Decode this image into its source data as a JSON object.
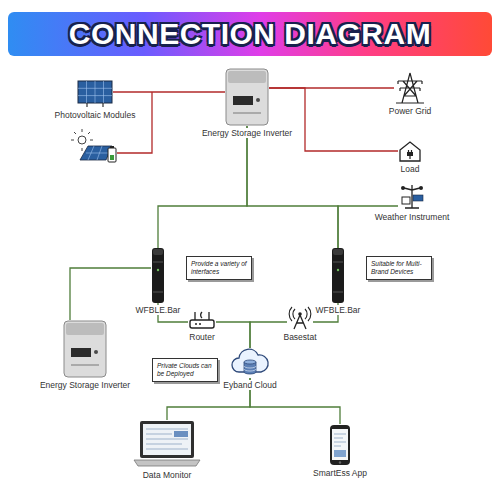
{
  "diagram": {
    "title": "CONNECTION DIAGRAM",
    "nodes": [
      {
        "text": [
          "Photovoltaic Modules"
        ]
      },
      {
        "text": [
          "Energy Storage Inverter"
        ]
      },
      {
        "text": [
          "Power Grid"
        ]
      },
      {
        "text": [
          "Load"
        ]
      },
      {
        "text": [
          "Weather Instrument"
        ]
      },
      {
        "text": [
          "WFBLE.Bar"
        ]
      },
      {
        "text": [
          "Provide a variety of interfaces"
        ]
      },
      {
        "text": [
          "WFBLE.Bar"
        ]
      },
      {
        "text": [
          "Suitable for Multi-Brand Devices"
        ]
      },
      {
        "text": [
          "Router"
        ]
      },
      {
        "text": [
          "Basestat"
        ]
      },
      {
        "text": [
          "Energy Storage Inverter"
        ]
      },
      {
        "text": [
          "Private Clouds can be Deployed"
        ]
      },
      {
        "text": [
          "Eyband Cloud"
        ]
      },
      {
        "text": [
          "Data Monitor"
        ]
      },
      {
        "text": [
          "SmartEss App"
        ]
      }
    ],
    "edges": [
      {
        "from": 0,
        "to": 1,
        "arrow": "none"
      },
      {
        "from": 1,
        "to": 2,
        "arrow": "none"
      },
      {
        "from": 1,
        "to": 3,
        "arrow": "none"
      },
      {
        "from": 1,
        "to": 5,
        "arrow": "none"
      },
      {
        "from": 1,
        "to": 7,
        "arrow": "none"
      },
      {
        "from": 4,
        "to": 7,
        "arrow": "none"
      },
      {
        "from": 5,
        "to": 11,
        "arrow": "none"
      },
      {
        "from": 5,
        "to": 9,
        "arrow": "none"
      },
      {
        "from": 7,
        "to": 10,
        "arrow": "none"
      },
      {
        "from": 9,
        "to": 13,
        "arrow": "none"
      },
      {
        "from": 10,
        "to": 13,
        "arrow": "none"
      },
      {
        "from": 13,
        "to": 14,
        "arrow": "none"
      },
      {
        "from": 13,
        "to": 15,
        "arrow": "none"
      }
    ]
  }
}
